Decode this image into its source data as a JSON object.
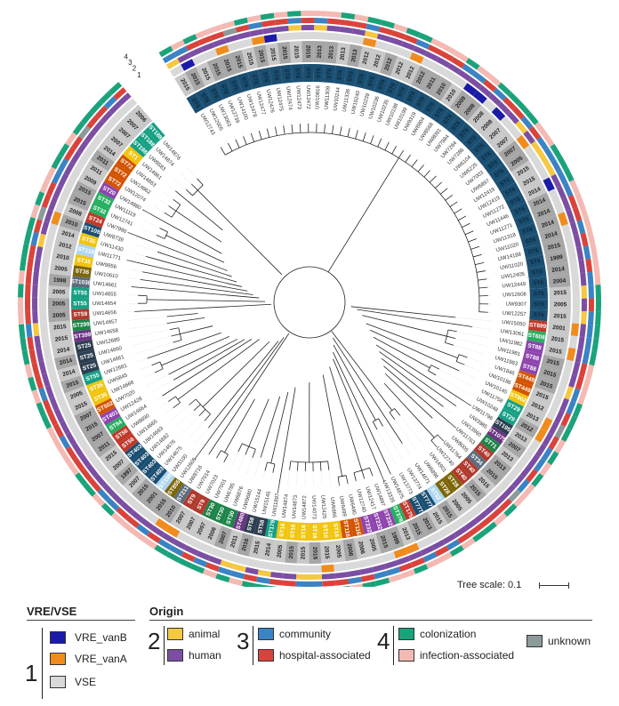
{
  "tree_scale_label": "Tree scale: 0.1",
  "ring_numbers": [
    "4",
    "3",
    "2",
    "1"
  ],
  "legend": {
    "vre": {
      "title": "VRE/VSE",
      "number": "1",
      "items": [
        {
          "label": "VRE_vanB",
          "color": "#1b1ba8"
        },
        {
          "label": "VRE_vanA",
          "color": "#f08c1e"
        },
        {
          "label": "VSE",
          "color": "#d9d9d9"
        }
      ]
    },
    "origin": {
      "title": "Origin",
      "groups": [
        {
          "number": "2",
          "items": [
            {
              "label": "animal",
              "color": "#f5c842"
            },
            {
              "label": "human",
              "color": "#7b4ea3"
            }
          ]
        },
        {
          "number": "3",
          "items": [
            {
              "label": "community",
              "color": "#3a83c4"
            },
            {
              "label": "hospital-associated",
              "color": "#d9433b"
            }
          ]
        },
        {
          "number": "4",
          "items": [
            {
              "label": "colonization",
              "color": "#1aa37a"
            },
            {
              "label": "infection-associated",
              "color": "#f4b9b2"
            }
          ]
        },
        {
          "number": "",
          "items": [
            {
              "label": "unknown",
              "color": "#8c9a99"
            }
          ]
        }
      ]
    }
  },
  "ring_colors": {
    "vre": [
      "#d9d9d9",
      "#1b1ba8",
      "#f08c1e"
    ],
    "host": [
      "#7b4ea3",
      "#f5c842"
    ],
    "setting": [
      "#d9433b",
      "#3a83c4",
      "#8c9a99"
    ],
    "infection": [
      "#1aa37a",
      "#f4b9b2",
      "#8c9a99"
    ],
    "st_palette": [
      "#1b4f72",
      "#c0392b",
      "#27ae60",
      "#8e44ad",
      "#d35400",
      "#f1c40f",
      "#16a085",
      "#2c3e50",
      "#6c3483",
      "#1e8449",
      "#b03a2e",
      "#5d6d7e",
      "#7d6608",
      "#aed6f1"
    ]
  },
  "isolates": [
    {
      "id": "UW12743",
      "st": "ST6",
      "year": "2015"
    },
    {
      "id": "UW12605",
      "st": "ST6",
      "year": "2015"
    },
    {
      "id": "UW13063",
      "st": "ST6",
      "year": "2015"
    },
    {
      "id": "UW12739",
      "st": "ST6",
      "year": "2015"
    },
    {
      "id": "UW14100",
      "st": "ST6",
      "year": "2015"
    },
    {
      "id": "UW12478",
      "st": "ST6",
      "year": "2015"
    },
    {
      "id": "UW12477",
      "st": "ST6",
      "year": "2015"
    },
    {
      "id": "UW12476",
      "st": "ST6",
      "year": "2015"
    },
    {
      "id": "UW12475",
      "st": "ST6",
      "year": "2015"
    },
    {
      "id": "UW12474",
      "st": "ST6",
      "year": "2015"
    },
    {
      "id": "UW12473",
      "st": "ST6",
      "year": "2015"
    },
    {
      "id": "UW12472",
      "st": "ST6",
      "year": "2015"
    },
    {
      "id": "UW10816",
      "st": "ST6",
      "year": "2013"
    },
    {
      "id": "UW11309",
      "st": "ST6",
      "year": "2013"
    },
    {
      "id": "UW10244",
      "st": "ST6",
      "year": "2013"
    },
    {
      "id": "UW11336",
      "st": "ST6",
      "year": "2013"
    },
    {
      "id": "UW10240",
      "st": "ST6",
      "year": "2012"
    },
    {
      "id": "UW10239",
      "st": "ST6",
      "year": "2012"
    },
    {
      "id": "UW10236",
      "st": "ST6",
      "year": "2012"
    },
    {
      "id": "UW10235",
      "st": "ST6",
      "year": "2012"
    },
    {
      "id": "UW10198",
      "st": "ST6",
      "year": "2012"
    },
    {
      "id": "UW10199",
      "st": "ST6",
      "year": "2012"
    },
    {
      "id": "UW9319",
      "st": "ST6",
      "year": "2011"
    },
    {
      "id": "UW8804",
      "st": "ST6",
      "year": "2010"
    },
    {
      "id": "UW8568",
      "st": "ST6",
      "year": "2010"
    },
    {
      "id": "UW8091",
      "st": "ST6",
      "year": "2009"
    },
    {
      "id": "UW7984",
      "st": "ST6",
      "year": "2008"
    },
    {
      "id": "UW7284",
      "st": "ST6",
      "year": "2008"
    },
    {
      "id": "UW7286",
      "st": "ST6",
      "year": "2008"
    },
    {
      "id": "UW6104",
      "st": "ST6",
      "year": "2007"
    },
    {
      "id": "UW6225",
      "st": "ST6",
      "year": "2007"
    },
    {
      "id": "UW7003",
      "st": "ST6",
      "year": "2007"
    },
    {
      "id": "UW6897",
      "st": "ST6",
      "year": "2005"
    },
    {
      "id": "UW12419",
      "st": "ST6",
      "year": "2015"
    },
    {
      "id": "UW12419",
      "st": "ST6",
      "year": "2015"
    },
    {
      "id": "UW11272",
      "st": "ST6",
      "year": "2014"
    },
    {
      "id": "UW11446",
      "st": "ST6",
      "year": "2014"
    },
    {
      "id": "UW11271",
      "st": "ST6",
      "year": "2014"
    },
    {
      "id": "UW11318",
      "st": "ST6",
      "year": "2014"
    },
    {
      "id": "UW11020",
      "st": "ST6",
      "year": "2014"
    },
    {
      "id": "UW14188",
      "st": "ST6",
      "year": "2015"
    },
    {
      "id": "UW11020",
      "st": "ST6",
      "year": "1999"
    },
    {
      "id": "UW12405",
      "st": "ST6",
      "year": "2014"
    },
    {
      "id": "UW12449",
      "st": "ST6",
      "year": "2004"
    },
    {
      "id": "UW12608",
      "st": "ST6",
      "year": "2015"
    },
    {
      "id": "UW9307",
      "st": "ST6",
      "year": "2005"
    },
    {
      "id": "UW12257",
      "st": "ST6",
      "year": "2015"
    },
    {
      "id": "UW15050",
      "st": "ST699",
      "year": "2001"
    },
    {
      "id": "UW13061",
      "st": "ST608",
      "year": "2015"
    },
    {
      "id": "UW11982",
      "st": "ST88",
      "year": "2015"
    },
    {
      "id": "UW11981",
      "st": "ST88",
      "year": "2015"
    },
    {
      "id": "UW11983",
      "st": "ST88",
      "year": "2015"
    },
    {
      "id": "UW1846",
      "st": "ST449",
      "year": "2015"
    },
    {
      "id": "UW10186",
      "st": "ST449",
      "year": "2015"
    },
    {
      "id": "UW10145",
      "st": "ST662",
      "year": "2012"
    },
    {
      "id": "UW11758",
      "st": "ST29",
      "year": "2013"
    },
    {
      "id": "UW10248",
      "st": "ST29",
      "year": "2012"
    },
    {
      "id": "UW11796",
      "st": "ST195",
      "year": "2013"
    },
    {
      "id": "UW3985",
      "st": "ST1075",
      "year": "2007"
    },
    {
      "id": "UW13960",
      "st": "ST71",
      "year": "2013"
    },
    {
      "id": "UW11763",
      "st": "ST40",
      "year": "2013"
    },
    {
      "id": "UW8005",
      "st": "ST34",
      "year": "2015"
    },
    {
      "id": "UW11764",
      "st": "ST40",
      "year": "2015"
    },
    {
      "id": "UW12740",
      "st": "ST40",
      "year": "2015"
    },
    {
      "id": "UW14901",
      "st": "ST28",
      "year": "2005"
    },
    {
      "id": "UW6896",
      "st": "ST28",
      "year": "2005"
    },
    {
      "id": "UW14871",
      "st": "ST52",
      "year": "2015"
    },
    {
      "id": "UW13774",
      "st": "ST777",
      "year": "2015"
    },
    {
      "id": "UW13773",
      "st": "ST777",
      "year": "2013"
    },
    {
      "id": "UW14875",
      "st": "ST175",
      "year": "2015"
    },
    {
      "id": "UW13335",
      "st": "ST378",
      "year": "2013"
    },
    {
      "id": "UW14897",
      "st": "ST232",
      "year": "1999"
    },
    {
      "id": "UW12417",
      "st": "ST232",
      "year": "2015"
    },
    {
      "id": "UW12740",
      "st": "ST232",
      "year": "2005"
    },
    {
      "id": "UW6490",
      "st": "ST116",
      "year": "2006"
    },
    {
      "id": "UW6499",
      "st": "ST116",
      "year": "2006"
    },
    {
      "id": "UW6866",
      "st": "ST16",
      "year": "2005"
    },
    {
      "id": "UW12425",
      "st": "ST16",
      "year": "2015"
    },
    {
      "id": "UW14073",
      "st": "ST16",
      "year": "2015"
    },
    {
      "id": "UW14872",
      "st": "ST16",
      "year": "2015"
    },
    {
      "id": "UW14873",
      "st": "ST16",
      "year": "2015"
    },
    {
      "id": "UW14874",
      "st": "ST16",
      "year": "2005"
    },
    {
      "id": "UW11897",
      "st": "ST179",
      "year": "2014"
    },
    {
      "id": "UW15145",
      "st": "ST58",
      "year": "2015"
    },
    {
      "id": "UW15144",
      "st": "ST58",
      "year": "2016"
    },
    {
      "id": "UW9680",
      "st": "ST480",
      "year": "2011"
    },
    {
      "id": "UW6876",
      "st": "ST30",
      "year": "2007"
    },
    {
      "id": "UW6785",
      "st": "ST30",
      "year": "2006"
    },
    {
      "id": "UW7001",
      "st": "ST30",
      "year": "2007"
    },
    {
      "id": "UW7023",
      "st": "ST9",
      "year": "2007"
    },
    {
      "id": "UW7014",
      "st": "ST9",
      "year": "2007"
    },
    {
      "id": "UW8716",
      "st": "ST211",
      "year": "2010"
    },
    {
      "id": "UW12605",
      "st": "ST855",
      "year": "2015"
    },
    {
      "id": "UW3100",
      "st": "ST109",
      "year": "2001"
    },
    {
      "id": "UW14675",
      "st": "ST403",
      "year": "2015"
    },
    {
      "id": "UW14676",
      "st": "ST403",
      "year": "2007"
    },
    {
      "id": "UW14682",
      "st": "ST403",
      "year": "1997"
    },
    {
      "id": "UW14663",
      "st": "ST403",
      "year": "2007"
    },
    {
      "id": "UW14665",
      "st": "ST56",
      "year": "2015"
    },
    {
      "id": "UW8690",
      "st": "ST56",
      "year": "2011"
    },
    {
      "id": "UW14664",
      "st": "ST94",
      "year": "2007"
    },
    {
      "id": "UW12428",
      "st": "ST401",
      "year": "2015"
    },
    {
      "id": "UW7020",
      "st": "ST502",
      "year": "2007"
    },
    {
      "id": "UW14668",
      "st": "ST35",
      "year": "2015"
    },
    {
      "id": "UW6845",
      "st": "ST35",
      "year": "2005"
    },
    {
      "id": "UW12681",
      "st": "ST55",
      "year": "2015"
    },
    {
      "id": "UW14661",
      "st": "ST25",
      "year": "2014"
    },
    {
      "id": "UW14660",
      "st": "ST25",
      "year": "2014"
    },
    {
      "id": "UW12689",
      "st": "ST25",
      "year": "2014"
    },
    {
      "id": "UW14658",
      "st": "ST399",
      "year": "2015"
    },
    {
      "id": "UW14657",
      "st": "ST299",
      "year": "2015"
    },
    {
      "id": "UW14656",
      "st": "ST59",
      "year": "2005"
    },
    {
      "id": "UW14654",
      "st": "ST55",
      "year": "2005"
    },
    {
      "id": "UW14655",
      "st": "ST55",
      "year": "2005"
    },
    {
      "id": "UW14661",
      "st": "ST1038",
      "year": "1998"
    },
    {
      "id": "UW10610",
      "st": "ST36",
      "year": "2005"
    },
    {
      "id": "UW9956",
      "st": "ST35",
      "year": "2010"
    },
    {
      "id": "UW11771",
      "st": "ST118",
      "year": "2012"
    },
    {
      "id": "UW11430",
      "st": "ST35",
      "year": "2014"
    },
    {
      "id": "UW8739",
      "st": "ST108",
      "year": "2010"
    },
    {
      "id": "UW7990",
      "st": "ST24",
      "year": "2008"
    },
    {
      "id": "UW12741",
      "st": "ST32",
      "year": "2015"
    },
    {
      "id": "UW11119",
      "st": "ST32",
      "year": "2015"
    },
    {
      "id": "UW14880",
      "st": "ST20",
      "year": "2009"
    },
    {
      "id": "UW12074",
      "st": "ST72",
      "year": "2011"
    },
    {
      "id": "UW14862",
      "st": "ST72",
      "year": "2011"
    },
    {
      "id": "UW14863",
      "st": "ST72",
      "year": "2014"
    },
    {
      "id": "UW14861",
      "st": "ST1",
      "year": "2007"
    },
    {
      "id": "UW8583",
      "st": "ST188",
      "year": "2007"
    },
    {
      "id": "UW14874",
      "st": "ST188",
      "year": "2007"
    },
    {
      "id": "UW14876",
      "st": "ST188",
      "year": "2006"
    }
  ]
}
